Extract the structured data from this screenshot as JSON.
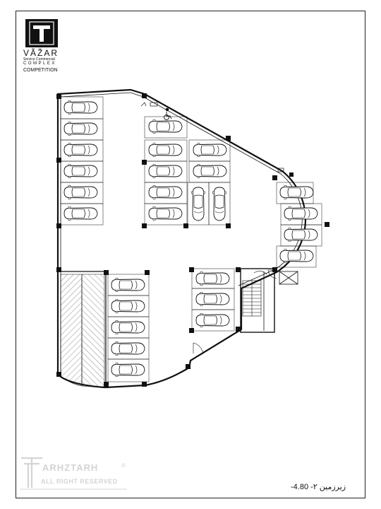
{
  "logo": {
    "name": "VÃŽAR",
    "subtitle": "Service Commercial",
    "subtitle2": "COMPLEX",
    "competition": "COMPETITION"
  },
  "watermark": {
    "name": "ARHZTARH",
    "rights": "ALL RIGHT RESERVED",
    "registered": "®"
  },
  "level_label": "-4.80 -۲ زیرزمین",
  "icons": [
    "wheelchair-icon",
    "parking-car-icon",
    "stair-icon",
    "elevator-icon",
    "ramp-hatch-icon"
  ],
  "colors": {
    "line": "#111111",
    "hatch": "#444444",
    "watermark": "#d4d4d4"
  }
}
